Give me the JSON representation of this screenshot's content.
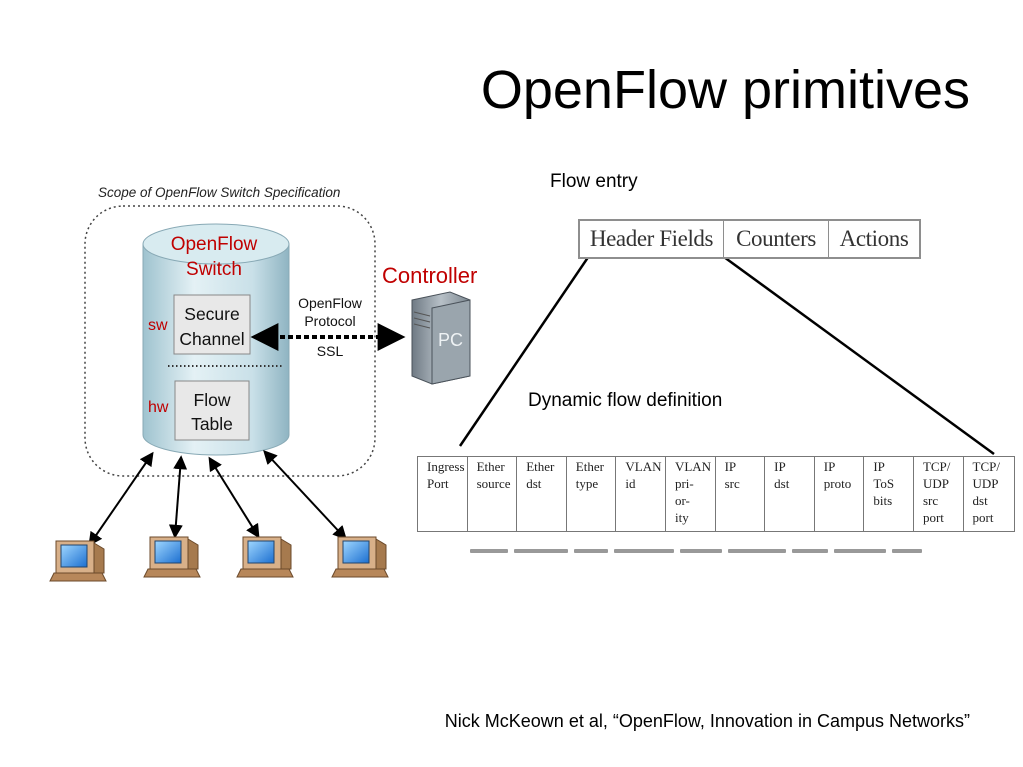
{
  "slide": {
    "title": "OpenFlow primitives",
    "citation": "Nick McKeown et al, “OpenFlow, Innovation in Campus Networks”"
  },
  "switch_figure": {
    "scope_label": "Scope of OpenFlow Switch Specification",
    "switch_title": [
      "OpenFlow",
      "Switch"
    ],
    "sw_label": "sw",
    "hw_label": "hw",
    "secure_channel": [
      "Secure",
      "Channel"
    ],
    "flow_table": [
      "Flow",
      "Table"
    ],
    "protocol_label": [
      "OpenFlow",
      "Protocol",
      "SSL"
    ],
    "controller_label": "Controller",
    "pc_label": "PC",
    "colors": {
      "switch_text": "#c00000",
      "cylinder": "#cfe4ea"
    }
  },
  "flow_entry": {
    "label": "Flow entry",
    "fields": [
      "Header Fields",
      "Counters",
      "Actions"
    ]
  },
  "dynamic": {
    "label": "Dynamic flow definition",
    "header_fields": [
      [
        "Ingress",
        "Port"
      ],
      [
        "Ether",
        "source"
      ],
      [
        "Ether",
        "dst"
      ],
      [
        "Ether",
        "type"
      ],
      [
        "VLAN",
        "id"
      ],
      [
        "VLAN",
        "pri-",
        "or-",
        "ity"
      ],
      [
        "IP",
        "src"
      ],
      [
        "IP",
        "dst"
      ],
      [
        "IP",
        "proto"
      ],
      [
        "IP",
        "ToS",
        "bits"
      ],
      [
        "TCP/",
        "UDP",
        "src",
        "port"
      ],
      [
        "TCP/",
        "UDP",
        "dst",
        "port"
      ]
    ]
  }
}
